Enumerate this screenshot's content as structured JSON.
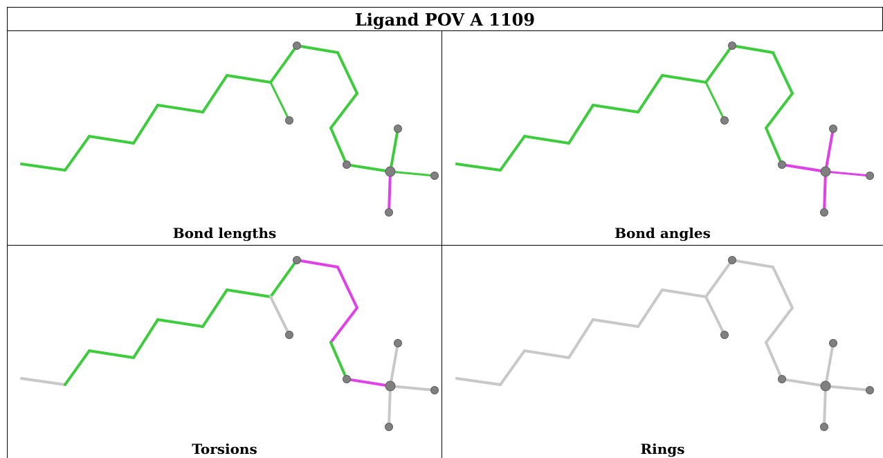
{
  "title": "Ligand POV A 1109",
  "panels": [
    {
      "caption": "Bond lengths"
    },
    {
      "caption": "Bond angles"
    },
    {
      "caption": "Torsions"
    },
    {
      "caption": "Rings"
    }
  ],
  "colors": {
    "green": "#3ccc3c",
    "magenta": "#e040e8",
    "grey": "#c8c8c8",
    "atom": "#808080"
  }
}
